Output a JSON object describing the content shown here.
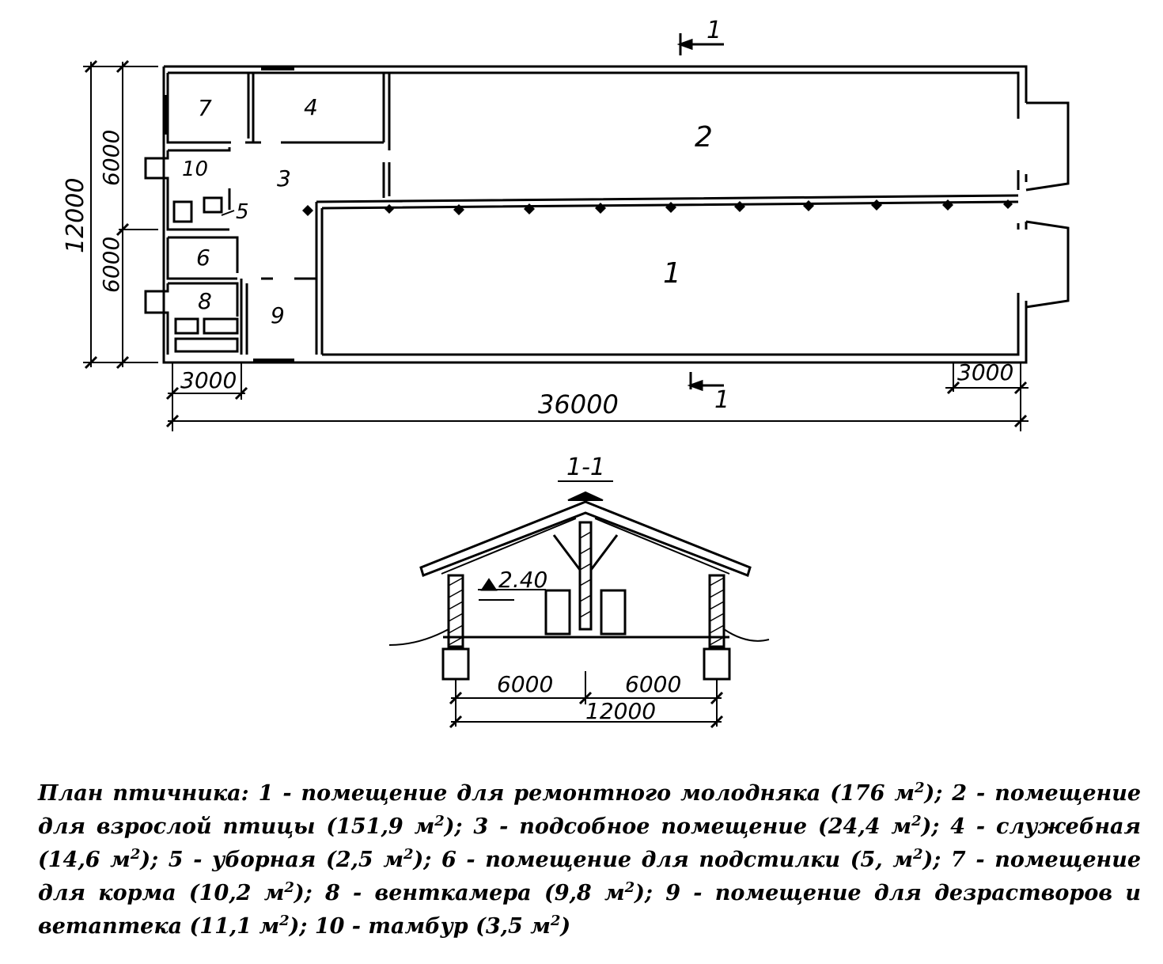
{
  "plan": {
    "rooms": {
      "r1": "1",
      "r2": "2",
      "r3": "3",
      "r4": "4",
      "r5": "5",
      "r6": "6",
      "r7": "7",
      "r8": "8",
      "r9": "9",
      "r10": "10"
    },
    "section_marker_label": "1",
    "dimensions": {
      "total_length": "36000",
      "total_width": "12000",
      "half_width_top": "6000",
      "half_width_bottom": "6000",
      "left_bay": "3000",
      "right_bay": "3000"
    }
  },
  "section": {
    "title": "1-1",
    "elevation": "2.40",
    "dims": {
      "left_half": "6000",
      "right_half": "6000",
      "span": "12000"
    }
  },
  "caption": {
    "lead": "План птичника:",
    "items": [
      {
        "num": "1",
        "text": "помещение для ремонтного молодняка (176 м",
        "tail": ");"
      },
      {
        "num": "2",
        "text": "помещение для взрослой птицы (151,9 м",
        "tail": ");"
      },
      {
        "num": "3",
        "text": "подсобное помещение (24,4 м",
        "tail": ");"
      },
      {
        "num": "4",
        "text": "служебная (14,6 м",
        "tail": ");"
      },
      {
        "num": "5",
        "text": "уборная (2,5 м",
        "tail": ");"
      },
      {
        "num": "6",
        "text": "помещение для подстилки (5, м",
        "tail": ");"
      },
      {
        "num": "7",
        "text": "помещение для корма (10,2 м",
        "tail": ");"
      },
      {
        "num": "8",
        "text": "венткамера (9,8 м",
        "tail": ");"
      },
      {
        "num": "9",
        "text": "помещение для дезрастворов и ветаптека (11,1 м",
        "tail": ");"
      },
      {
        "num": "10",
        "text": "тамбур (3,5 м",
        "tail": ")"
      }
    ],
    "sup": "2"
  }
}
